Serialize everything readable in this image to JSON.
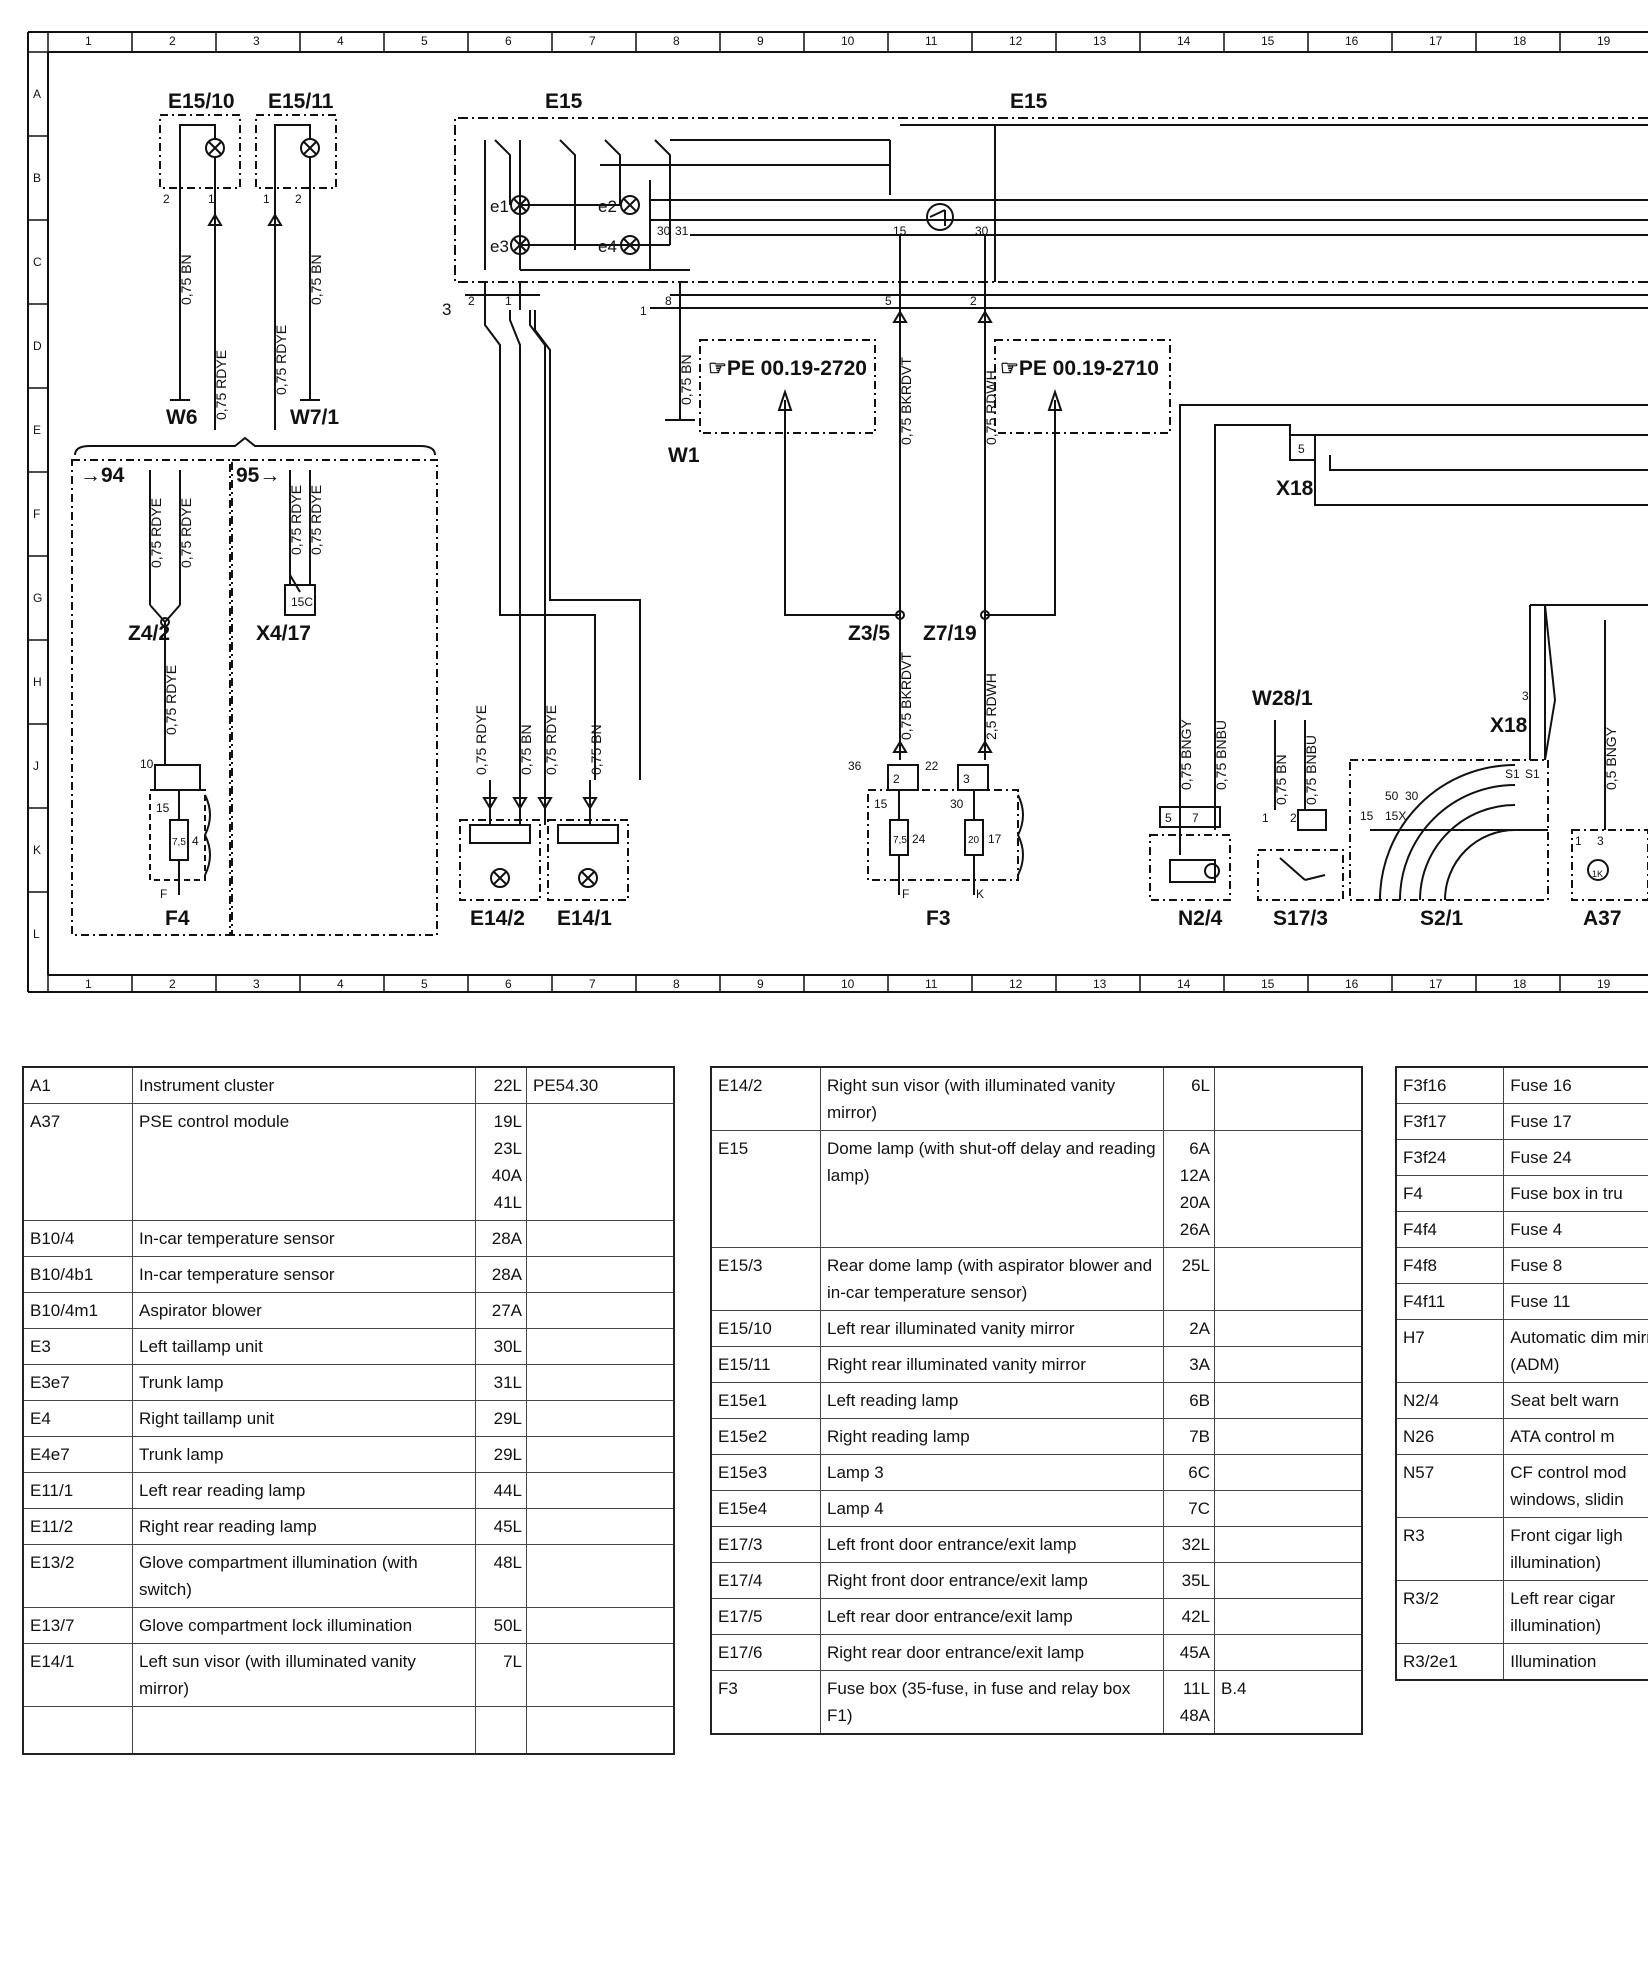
{
  "grid": {
    "columns": [
      "1",
      "2",
      "3",
      "4",
      "5",
      "6",
      "7",
      "8",
      "9",
      "10",
      "11",
      "12",
      "13",
      "14",
      "15",
      "16",
      "17",
      "18",
      "19"
    ],
    "rows": [
      "A",
      "B",
      "C",
      "D",
      "E",
      "F",
      "G",
      "H",
      "J",
      "K",
      "L"
    ]
  },
  "components": {
    "e15_10": "E15/10",
    "e15_11": "E15/11",
    "e15_a": "E15",
    "e15_b": "E15",
    "e1": "e1",
    "e2": "e2",
    "e3": "e3",
    "e4": "e4",
    "w6": "W6",
    "w7_1": "W7/1",
    "w1": "W1",
    "w28_1": "W28/1",
    "z4_2": "Z4/2",
    "x4_17": "X4/17",
    "f4": "F4",
    "e14_2": "E14/2",
    "e14_1": "E14/1",
    "z3_5": "Z3/5",
    "z7_19": "Z7/19",
    "f3": "F3",
    "x18_a": "X18",
    "x18_b": "X18",
    "n2_4": "N2/4",
    "s17_3": "S17/3",
    "s2_1": "S2/1",
    "a37": "A37",
    "ref94": "94",
    "ref95": "95"
  },
  "references": {
    "pe1": "PE 00.19-2720",
    "pe2": "PE 00.19-2710"
  },
  "wires": {
    "bn075": "0,75 BN",
    "rdye075": "0,75 RDYE",
    "bkrdvt075": "0,75 BKRDVT",
    "rdwh075": "0,75 RDWH",
    "rdwh25": "2,5 RDWH",
    "bngy075": "0,75 BNGY",
    "bnbu075": "0,75 BNBU",
    "bngy05": "0,5 BNGY"
  },
  "pins": {
    "p1": "1",
    "p2": "2",
    "p3": "3",
    "p5": "5",
    "p7": "7",
    "p8": "8",
    "p10": "10",
    "p15": "15",
    "p17": "17",
    "p20": "20",
    "p22": "22",
    "p24": "24",
    "p30": "30",
    "p31": "31",
    "p36": "36",
    "p50": "50",
    "p15x": "15X",
    "p75": "7,5",
    "p4": "4",
    "pF": "F",
    "pK": "K",
    "p15c": "15C",
    "pS1": "S1",
    "p1K": "1K"
  },
  "legend_tables": [
    {
      "rows": [
        {
          "code": "A1",
          "desc": "Instrument cluster",
          "loc": "22L",
          "extra": "PE54.30"
        },
        {
          "code": "A37",
          "desc": "PSE control module",
          "loc": "19L\n23L\n40A\n41L",
          "extra": ""
        },
        {
          "code": "B10/4",
          "desc": "In-car temperature sensor",
          "loc": "28A",
          "extra": ""
        },
        {
          "code": "B10/4b1",
          "desc": "In-car temperature sensor",
          "loc": "28A",
          "extra": ""
        },
        {
          "code": "B10/4m1",
          "desc": "Aspirator blower",
          "loc": "27A",
          "extra": ""
        },
        {
          "code": "E3",
          "desc": "Left taillamp unit",
          "loc": "30L",
          "extra": ""
        },
        {
          "code": "E3e7",
          "desc": "Trunk lamp",
          "loc": "31L",
          "extra": ""
        },
        {
          "code": "E4",
          "desc": "Right taillamp unit",
          "loc": "29L",
          "extra": ""
        },
        {
          "code": "E4e7",
          "desc": "Trunk lamp",
          "loc": "29L",
          "extra": ""
        },
        {
          "code": "E11/1",
          "desc": "Left rear reading lamp",
          "loc": "44L",
          "extra": ""
        },
        {
          "code": "E11/2",
          "desc": "Right rear reading lamp",
          "loc": "45L",
          "extra": ""
        },
        {
          "code": "E13/2",
          "desc": "Glove compartment illumination (with switch)",
          "loc": "48L",
          "extra": ""
        },
        {
          "code": "E13/7",
          "desc": "Glove compartment lock illumination",
          "loc": "50L",
          "extra": ""
        },
        {
          "code": "E14/1",
          "desc": "Left sun visor (with illuminated vanity mirror)",
          "loc": "7L",
          "extra": ""
        },
        {
          "code": "",
          "desc": "",
          "loc": "",
          "extra": ""
        }
      ]
    },
    {
      "rows": [
        {
          "code": "E14/2",
          "desc": "Right sun visor (with illuminated vanity mirror)",
          "loc": "6L",
          "extra": ""
        },
        {
          "code": "E15",
          "desc": "Dome lamp (with shut-off delay and reading lamp)",
          "loc": "6A\n12A\n20A\n26A",
          "extra": ""
        },
        {
          "code": "E15/3",
          "desc": "Rear dome lamp (with aspirator blower and in-car temperature sensor)",
          "loc": "25L",
          "extra": ""
        },
        {
          "code": "E15/10",
          "desc": "Left rear illuminated vanity mirror",
          "loc": "2A",
          "extra": ""
        },
        {
          "code": "E15/11",
          "desc": "Right rear illuminated vanity mirror",
          "loc": "3A",
          "extra": ""
        },
        {
          "code": "E15e1",
          "desc": "Left reading lamp",
          "loc": "6B",
          "extra": ""
        },
        {
          "code": "E15e2",
          "desc": "Right reading lamp",
          "loc": "7B",
          "extra": ""
        },
        {
          "code": "E15e3",
          "desc": "Lamp 3",
          "loc": "6C",
          "extra": ""
        },
        {
          "code": "E15e4",
          "desc": "Lamp 4",
          "loc": "7C",
          "extra": ""
        },
        {
          "code": "E17/3",
          "desc": "Left front door entrance/exit lamp",
          "loc": "32L",
          "extra": ""
        },
        {
          "code": "E17/4",
          "desc": "Right front door entrance/exit lamp",
          "loc": "35L",
          "extra": ""
        },
        {
          "code": "E17/5",
          "desc": "Left rear door entrance/exit lamp",
          "loc": "42L",
          "extra": ""
        },
        {
          "code": "E17/6",
          "desc": "Right rear door entrance/exit lamp",
          "loc": "45A",
          "extra": ""
        },
        {
          "code": "F3",
          "desc": "Fuse box (35-fuse, in fuse and relay box F1)",
          "loc": "11L\n48A",
          "extra": "B.4"
        }
      ]
    },
    {
      "rows": [
        {
          "code": "F3f16",
          "desc": "Fuse 16"
        },
        {
          "code": "F3f17",
          "desc": "Fuse 17"
        },
        {
          "code": "F3f24",
          "desc": "Fuse 24"
        },
        {
          "code": "F4",
          "desc": "Fuse box in tru"
        },
        {
          "code": "F4f4",
          "desc": "Fuse 4"
        },
        {
          "code": "F4f8",
          "desc": "Fuse 8"
        },
        {
          "code": "F4f11",
          "desc": "Fuse 11"
        },
        {
          "code": "H7",
          "desc": "Automatic dim mirror (ADM)"
        },
        {
          "code": "N2/4",
          "desc": "Seat belt warn"
        },
        {
          "code": "N26",
          "desc": "ATA control m"
        },
        {
          "code": "N57",
          "desc": "CF control mod windows, slidin"
        },
        {
          "code": "R3",
          "desc": "Front cigar ligh illumination)"
        },
        {
          "code": "R3/2",
          "desc": "Left rear cigar illumination)"
        },
        {
          "code": "R3/2e1",
          "desc": "Illumination"
        }
      ]
    }
  ]
}
